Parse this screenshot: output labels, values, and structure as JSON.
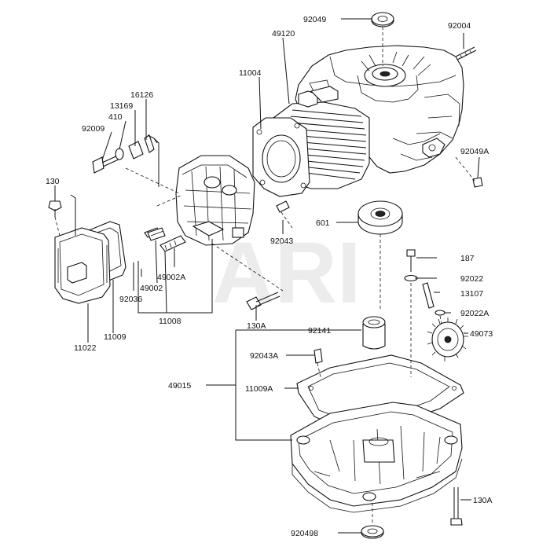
{
  "watermark": "ARI",
  "labels": {
    "l_92049": "92049",
    "l_92004": "92004",
    "l_49120": "49120",
    "l_11004": "11004",
    "l_16126": "16126",
    "l_13169": "13169",
    "l_410": "410",
    "l_92009": "92009",
    "l_92049A": "92049A",
    "l_130_top": "130",
    "l_601": "601",
    "l_92043": "92043",
    "l_187": "187",
    "l_92022": "92022",
    "l_13107": "13107",
    "l_92022A": "92022A",
    "l_49073": "49073",
    "l_49002A": "49002A",
    "l_49002": "49002",
    "l_92036": "92036",
    "l_11008": "11008",
    "l_11009": "11009",
    "l_11022": "11022",
    "l_130A_mid": "130A",
    "l_92141": "92141",
    "l_92043A": "92043A",
    "l_49015": "49015",
    "l_11009A": "11009A",
    "l_130A_bot": "130A",
    "l_92049B": "920498"
  }
}
